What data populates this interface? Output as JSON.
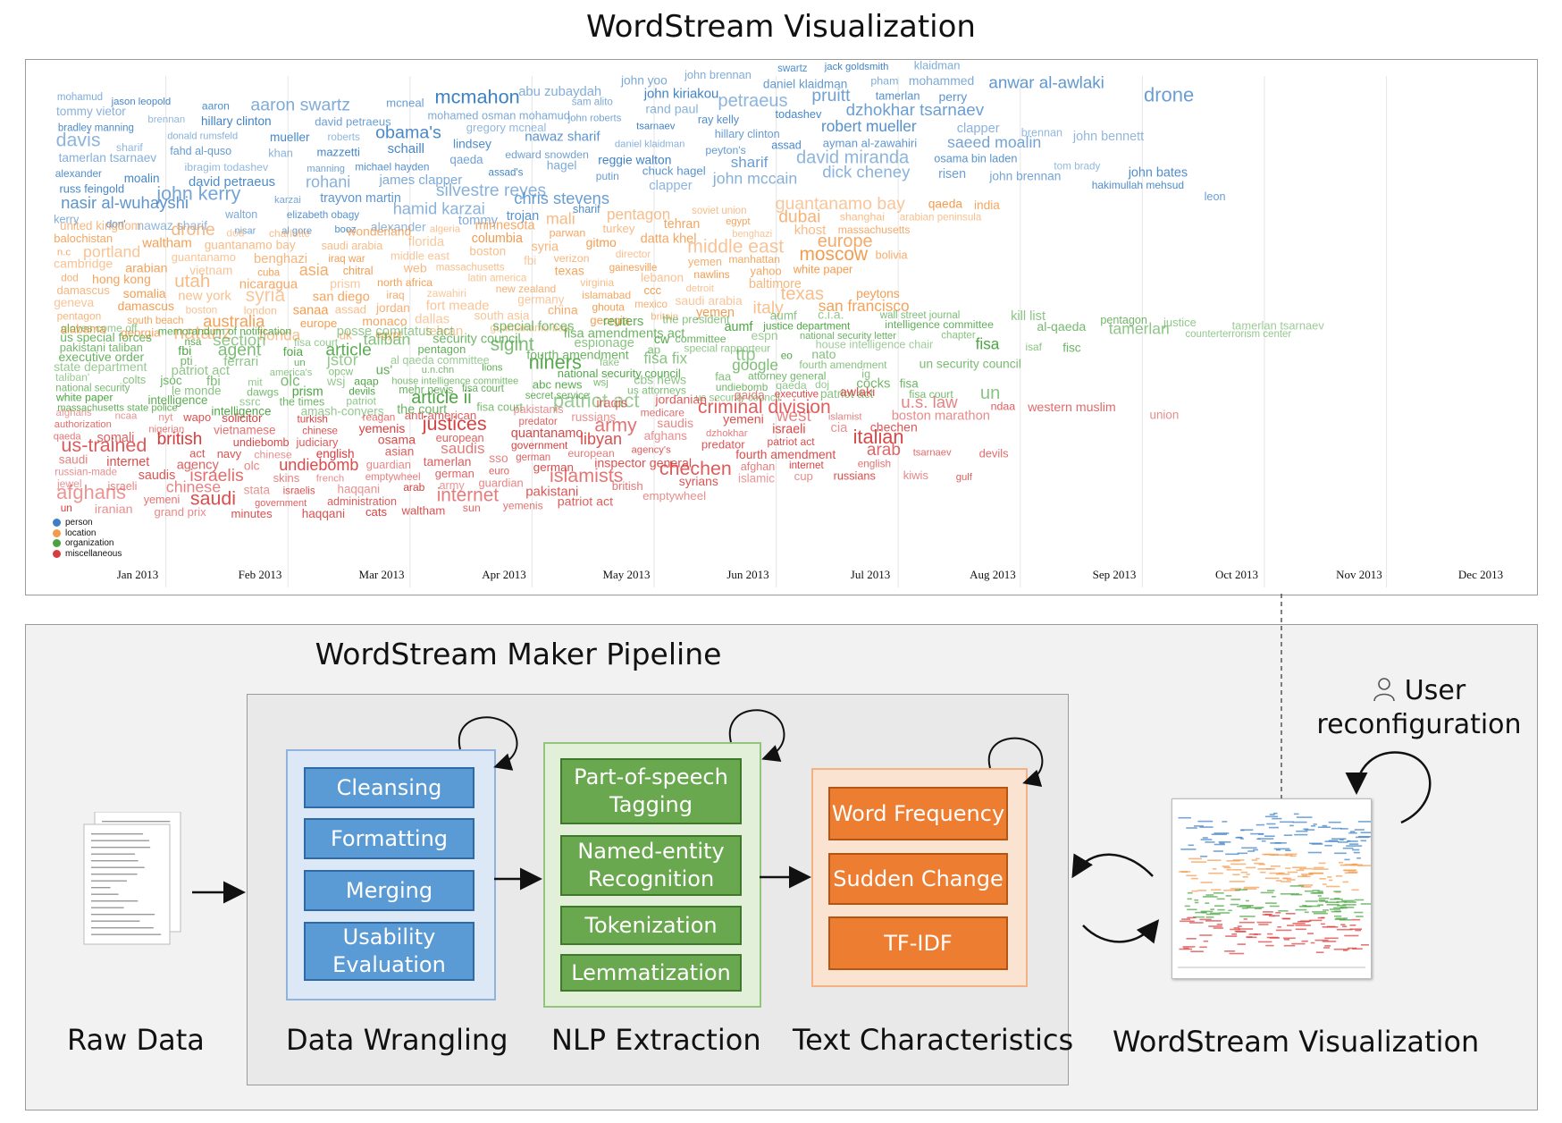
{
  "titles": {
    "top": "WordStream Visualization",
    "pipeline": "WordStream Maker Pipeline"
  },
  "legend": [
    {
      "label": "person",
      "color": "#3b7fc4"
    },
    {
      "label": "location",
      "color": "#f39a4b"
    },
    {
      "label": "organization",
      "color": "#4aa340"
    },
    {
      "label": "miscellaneous",
      "color": "#d83c3c"
    }
  ],
  "months": [
    "Jan 2013",
    "Feb 2013",
    "Mar 2013",
    "Apr 2013",
    "May 2013",
    "Jun 2013",
    "Jul 2013",
    "Aug 2013",
    "Sep 2013",
    "Oct 2013",
    "Nov 2013",
    "Dec 2013"
  ],
  "colors": {
    "person": "#3b7fc4",
    "location": "#f39a4b",
    "organization": "#4aa340",
    "miscellaneous": "#d83c3c"
  },
  "words": {
    "person": [
      "mohamud",
      "jason leopold",
      "aaron",
      "aaron swartz",
      "mcneal",
      "mcmahon",
      "abu zubaydah",
      "john yoo",
      "john brennan",
      "swartz",
      "jack goldsmith",
      "klaidman",
      "tommy vietor",
      "brennan",
      "hillary clinton",
      "david petraeus",
      "mohamed osman mohamud",
      "sam alito",
      "john kiriakou",
      "daniel klaidman",
      "pham",
      "mohammed",
      "anwar al-awlaki",
      "drone",
      "bradley manning",
      "donald rumsfeld",
      "mueller",
      "roberts",
      "obama's",
      "gregory mcneal",
      "john roberts",
      "rand paul",
      "petraeus",
      "pruitt",
      "tamerlan",
      "perry",
      "davis",
      "sharif",
      "fahd al-quso",
      "khan",
      "mazzetti",
      "schaill",
      "lindsey",
      "nawaz sharif",
      "tsarnaev",
      "ray kelly",
      "todashev",
      "dzhokhar tsarnaev",
      "tamerlan tsarnaev",
      "ibragim todashev",
      "manning",
      "michael hayden",
      "qaeda",
      "edward snowden",
      "daniel klaidman",
      "hillary clinton",
      "robert mueller",
      "clapper",
      "brennan",
      "john bennett",
      "alexander",
      "moalin",
      "david petraeus",
      "rohani",
      "james clapper",
      "assad's",
      "hagel",
      "reggie walton",
      "peyton's",
      "assad",
      "ayman al-zawahiri",
      "saeed moalin",
      "russ feingold",
      "john kerry",
      "karzai",
      "trayvon martin",
      "silvestre reyes",
      "putin",
      "chuck hagel",
      "sharif",
      "david miranda",
      "osama bin laden",
      "tom brady",
      "john bates",
      "nasir al-wuhayshi",
      "walton",
      "elizabeth obagy",
      "hamid karzai",
      "chris stevens",
      "clapper",
      "john mccain",
      "dick cheney",
      "risen",
      "john brennan",
      "hakimullah mehsud",
      "leon",
      "kerry",
      "don'",
      "nawaz sharif",
      "nisar",
      "al gore",
      "booz",
      "alexander",
      "tommy",
      "trojan",
      "sharif"
    ],
    "location": [
      "united kingdom",
      "drone",
      "dod",
      "charlotte",
      "wonderland",
      "algeria",
      "minnesota",
      "mali",
      "pentagon",
      "soviet union",
      "guantanamo bay",
      "qaeda",
      "india",
      "balochistan",
      "waltham",
      "guantanamo bay",
      "saudi arabia",
      "florida",
      "columbia",
      "parwan",
      "turkey",
      "tehran",
      "egypt",
      "dubai",
      "shanghai",
      "arabian peninsula",
      "n.c",
      "portland",
      "guantanamo",
      "benghazi",
      "iraq war",
      "middle east",
      "boston",
      "syria",
      "gitmo",
      "datta khel",
      "benghazi",
      "khost",
      "massachusetts",
      "cambridge",
      "arabian",
      "vietnam",
      "cuba",
      "asia",
      "chitral",
      "web",
      "massachusetts",
      "fbi",
      "verizon",
      "director",
      "middle east",
      "europe",
      "dod",
      "hong kong",
      "utah",
      "nicaragua",
      "prism",
      "north africa",
      "latin america",
      "texas",
      "gainesville",
      "yemen",
      "manhattan",
      "moscow",
      "bolivia",
      "damascus",
      "somalia",
      "new york",
      "syria",
      "san diego",
      "iraq",
      "zawahiri",
      "new zealand",
      "virginia",
      "lebanon",
      "nawlins",
      "yahoo",
      "white paper",
      "geneva",
      "damascus",
      "boston",
      "london",
      "sanaa",
      "assad",
      "jordan",
      "fort meade",
      "germany",
      "islamabad",
      "ccc",
      "detroit",
      "baltimore",
      "pentagon",
      "south beach",
      "australia",
      "europe",
      "monaco",
      "dallas",
      "south asia",
      "china",
      "ghouta",
      "mexico",
      "saudi arabia",
      "texas",
      "peytons",
      "alabama",
      "georgia",
      "natanz",
      "florida",
      "uk",
      "egypt",
      "tehran",
      "guantanamo bay",
      "georgia",
      "britain",
      "yemen",
      "italy",
      "san francisco"
    ],
    "organization": [
      "gloves come off",
      "memorandum of notification",
      "posse comitatus act",
      "special forces",
      "reuters",
      "the president",
      "aumf",
      "c.i.a.",
      "wall street journal",
      "kill list",
      "pentagon",
      "justice",
      "tamerlan tsarnaev",
      "us special forces",
      "nsa",
      "section",
      "fisa court",
      "taliban",
      "security council",
      "fisa amendments act",
      "aumf",
      "justice department",
      "intelligence committee",
      "al-qaeda",
      "tamerlan",
      "counterterrorism center",
      "pakistani taliban",
      "fbi",
      "agent",
      "foia",
      "article",
      "pentagon",
      "sigint",
      "espionage",
      "cw",
      "committee",
      "espn",
      "national security letter",
      "chapter",
      "executive order",
      "pti",
      "ferrari",
      "un",
      "jstor",
      "al qaeda committee",
      "fourth amendment",
      "ap",
      "special rapporteur",
      "house intelligence chair",
      "fisa",
      "isaf",
      "fisc",
      "state department",
      "patriot act",
      "america's",
      "opcw",
      "us'",
      "u.n.chn",
      "lions",
      "niners",
      "fake",
      "fisa fix",
      "ttp",
      "eo",
      "nato",
      "taliban'",
      "colts",
      "jsoc",
      "fbi",
      "mit",
      "olc",
      "wsj",
      "aqap",
      "house intelligence committee",
      "national security council",
      "google",
      "fourth amendment",
      "un security council",
      "national security",
      "le monde",
      "dawgs",
      "prism",
      "devils",
      "mehr news",
      "fisa court",
      "abc news",
      "wsj",
      "cbs news",
      "faa",
      "attorney general",
      "ig",
      "white paper",
      "intelligence",
      "ssrc",
      "the times",
      "patriot",
      "article ii",
      "secret service",
      "us attorneys",
      "undiebomb",
      "qaeda",
      "doj",
      "cocks",
      "fisa",
      "massachusetts state police",
      "intelligence",
      "amash-conyers",
      "the court",
      "fisa court",
      "patriot act",
      "us security council",
      "patriot act",
      "fisa court",
      "un"
    ],
    "miscellaneous": [
      "afghans",
      "ncaa",
      "nyt",
      "wapo",
      "solicitor",
      "turkish",
      "reagan",
      "anti-american",
      "pakistanis",
      "iraqis",
      "jordanian",
      "qaida",
      "executive",
      "awlaki",
      "authorization",
      "nigerian",
      "vietnamese",
      "chinese",
      "yemenis",
      "justices",
      "predator",
      "russians",
      "medicare",
      "criminal division",
      "u.s. law",
      "ndaa",
      "western muslim",
      "union",
      "qaeda",
      "somali",
      "british",
      "undiebomb",
      "judiciary",
      "osama",
      "european",
      "quantanamo",
      "army",
      "saudis",
      "yemeni",
      "west",
      "islamist",
      "boston marathon",
      "us-trained",
      "act",
      "navy",
      "chinese",
      "english",
      "asian",
      "saudis",
      "government",
      "libyan",
      "afghans",
      "dzhokhar",
      "israeli",
      "cia",
      "chechen",
      "saudi",
      "internet",
      "agency",
      "olc",
      "undiebomb",
      "guardian",
      "tamerlan",
      "sso",
      "german",
      "european",
      "agency's",
      "predator",
      "patriot act",
      "italian",
      "russian-made",
      "saudis",
      "israelis",
      "skins",
      "french",
      "emptywheel",
      "german",
      "euro",
      "german",
      "inspector general",
      "fourth amendment",
      "arab",
      "tsarnaev",
      "devils",
      "jewel",
      "israeli",
      "chinese",
      "stata",
      "israelis",
      "haqqani",
      "arab",
      "army",
      "guardian",
      "islamists",
      "chechen",
      "afghan",
      "internet",
      "english",
      "afghans",
      "yemeni",
      "saudi",
      "government",
      "administration",
      "internet",
      "pakistani",
      "british",
      "syrians",
      "islamic",
      "cup",
      "russians",
      "kiwis",
      "gulf",
      "un",
      "iranian",
      "grand prix",
      "minutes",
      "haqqani",
      "cats",
      "waltham",
      "sun",
      "yemenis",
      "patriot act",
      "emptywheel"
    ]
  },
  "pipeline": {
    "raw_data": "Raw Data",
    "data_wrangling": {
      "caption": "Data Wrangling",
      "steps": [
        "Cleansing",
        "Formatting",
        "Merging",
        "Usability Evaluation"
      ]
    },
    "nlp_extraction": {
      "caption": "NLP Extraction",
      "steps": [
        "Part-of-speech Tagging",
        "Named-entity Recognition",
        "Tokenization",
        "Lemmatization"
      ]
    },
    "text_characteristics": {
      "caption": "Text Characteristics",
      "steps": [
        "Word Frequency",
        "Sudden Change",
        "TF-IDF"
      ]
    },
    "output": {
      "caption": "WordStream Visualization"
    },
    "user": {
      "line1": "User",
      "line2": "reconfiguration",
      "icon": "user-icon"
    }
  }
}
